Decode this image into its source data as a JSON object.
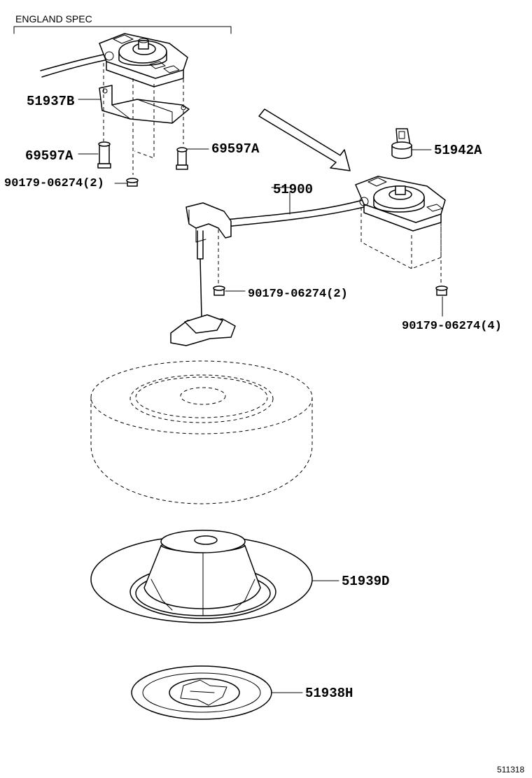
{
  "header": {
    "spec_label": "ENGLAND SPEC"
  },
  "parts": {
    "p51937b": "51937B",
    "p69597a_left": "69597A",
    "p69597a_right": "69597A",
    "p90179_top": "90179-06274(2)",
    "p51942a": "51942A",
    "p51900": "51900",
    "p90179_mid": "90179-06274(2)",
    "p90179_right": "90179-06274(4)",
    "p51939d": "51939D",
    "p51938h": "51938H"
  },
  "footer": {
    "illustration_code": "511318"
  }
}
